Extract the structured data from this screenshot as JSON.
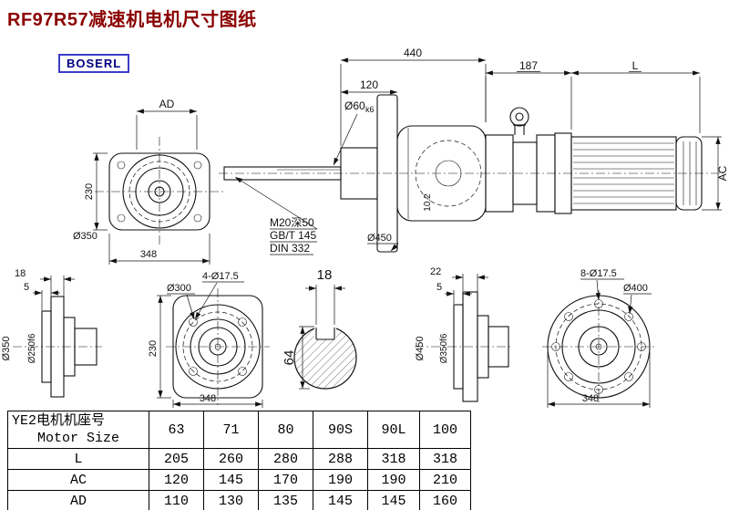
{
  "page": {
    "title": "RF97R57减速机电机尺寸图纸",
    "logo": "BOSERL"
  },
  "flange_view": {
    "ad": "AD",
    "h230": "230",
    "d350": "Ø350",
    "w348": "348"
  },
  "main_view": {
    "w440": "440",
    "w120": "120",
    "shaft": "Ø60",
    "shaft_fit": "k6",
    "w187": "187",
    "len_l": "L",
    "ac": "AC",
    "key": "10.2",
    "tap": "M20深50",
    "std1": "GB/T 145",
    "std2": "DIN 332",
    "d450": "Ø450"
  },
  "input_flange_side": {
    "t18": "18",
    "t5": "5",
    "d350": "Ø350",
    "d250": "Ø250f6"
  },
  "input_flange_front": {
    "holes": "4-Ø17.5",
    "bc": "Ø300",
    "h230": "230",
    "w348": "348"
  },
  "shaft_section": {
    "kw": "18",
    "h": "64"
  },
  "output_flange_side": {
    "t22": "22",
    "t5": "5",
    "d450": "Ø450",
    "d350": "Ø350f6"
  },
  "output_flange_front": {
    "holes": "8-Ø17.5",
    "bc": "Ø400",
    "w348": "348"
  },
  "table": {
    "header_line1": "YE2电机机座号",
    "header_line2": "Motor Size",
    "sizes": [
      "63",
      "71",
      "80",
      "90S",
      "90L",
      "100"
    ],
    "rows": [
      {
        "label": "L",
        "values": [
          "205",
          "260",
          "280",
          "288",
          "318",
          "318"
        ]
      },
      {
        "label": "AC",
        "values": [
          "120",
          "145",
          "170",
          "190",
          "190",
          "210"
        ]
      },
      {
        "label": "AD",
        "values": [
          "110",
          "130",
          "135",
          "145",
          "145",
          "160"
        ]
      }
    ]
  }
}
